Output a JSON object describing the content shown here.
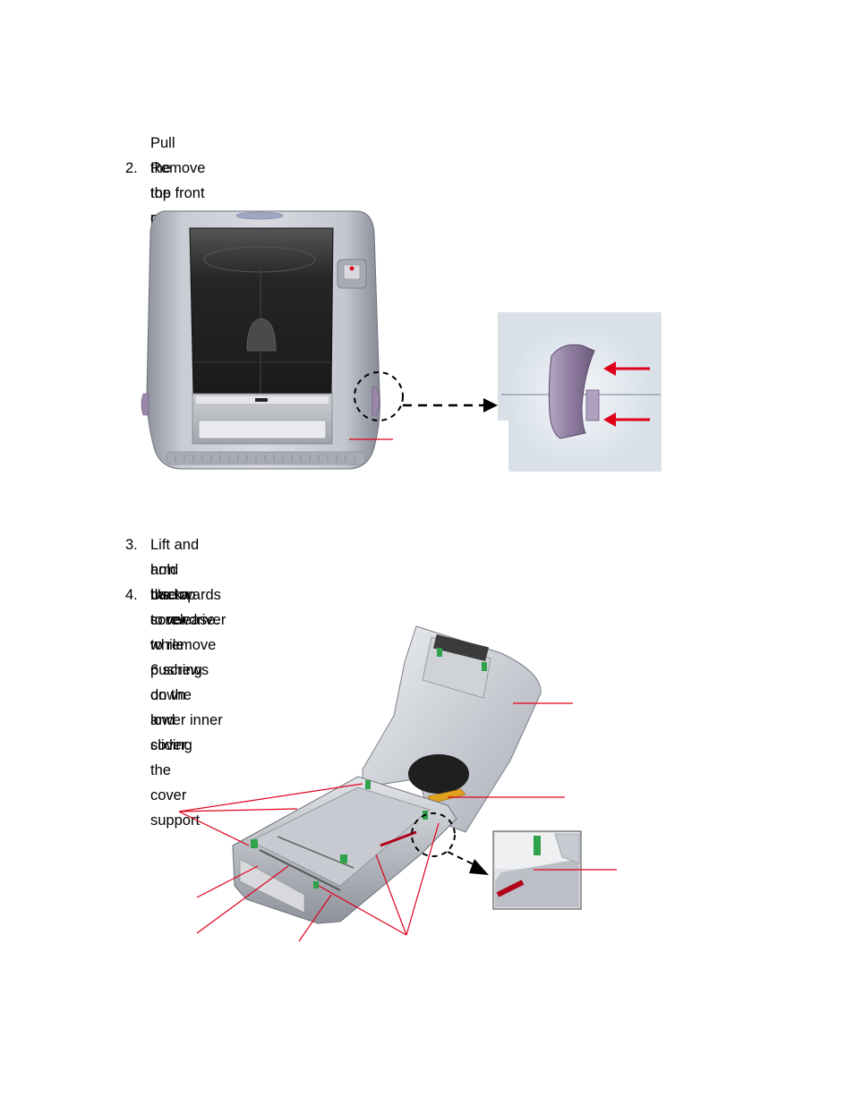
{
  "instructions": {
    "step1_cont": "Pull the top cover open levers to open the top cover.",
    "step2_num": "2.",
    "step2": "Remove the front panel from the lower cover.",
    "step3_num": "3.",
    "step3_line1": "Lift and hold the top cover while pushing down and sliding the cover support",
    "step3_line2": "arm backwards to release.",
    "step4_num": "4.",
    "step4": "Use a screwdriver to remove 6 screws on the lower inner cover."
  },
  "colors": {
    "callout_line": "#e0001a",
    "arrow": "#e0001a",
    "printer_body": "#b9bcc6",
    "cover_dark": "#2e2e2e",
    "lever": "#9a86a8"
  }
}
